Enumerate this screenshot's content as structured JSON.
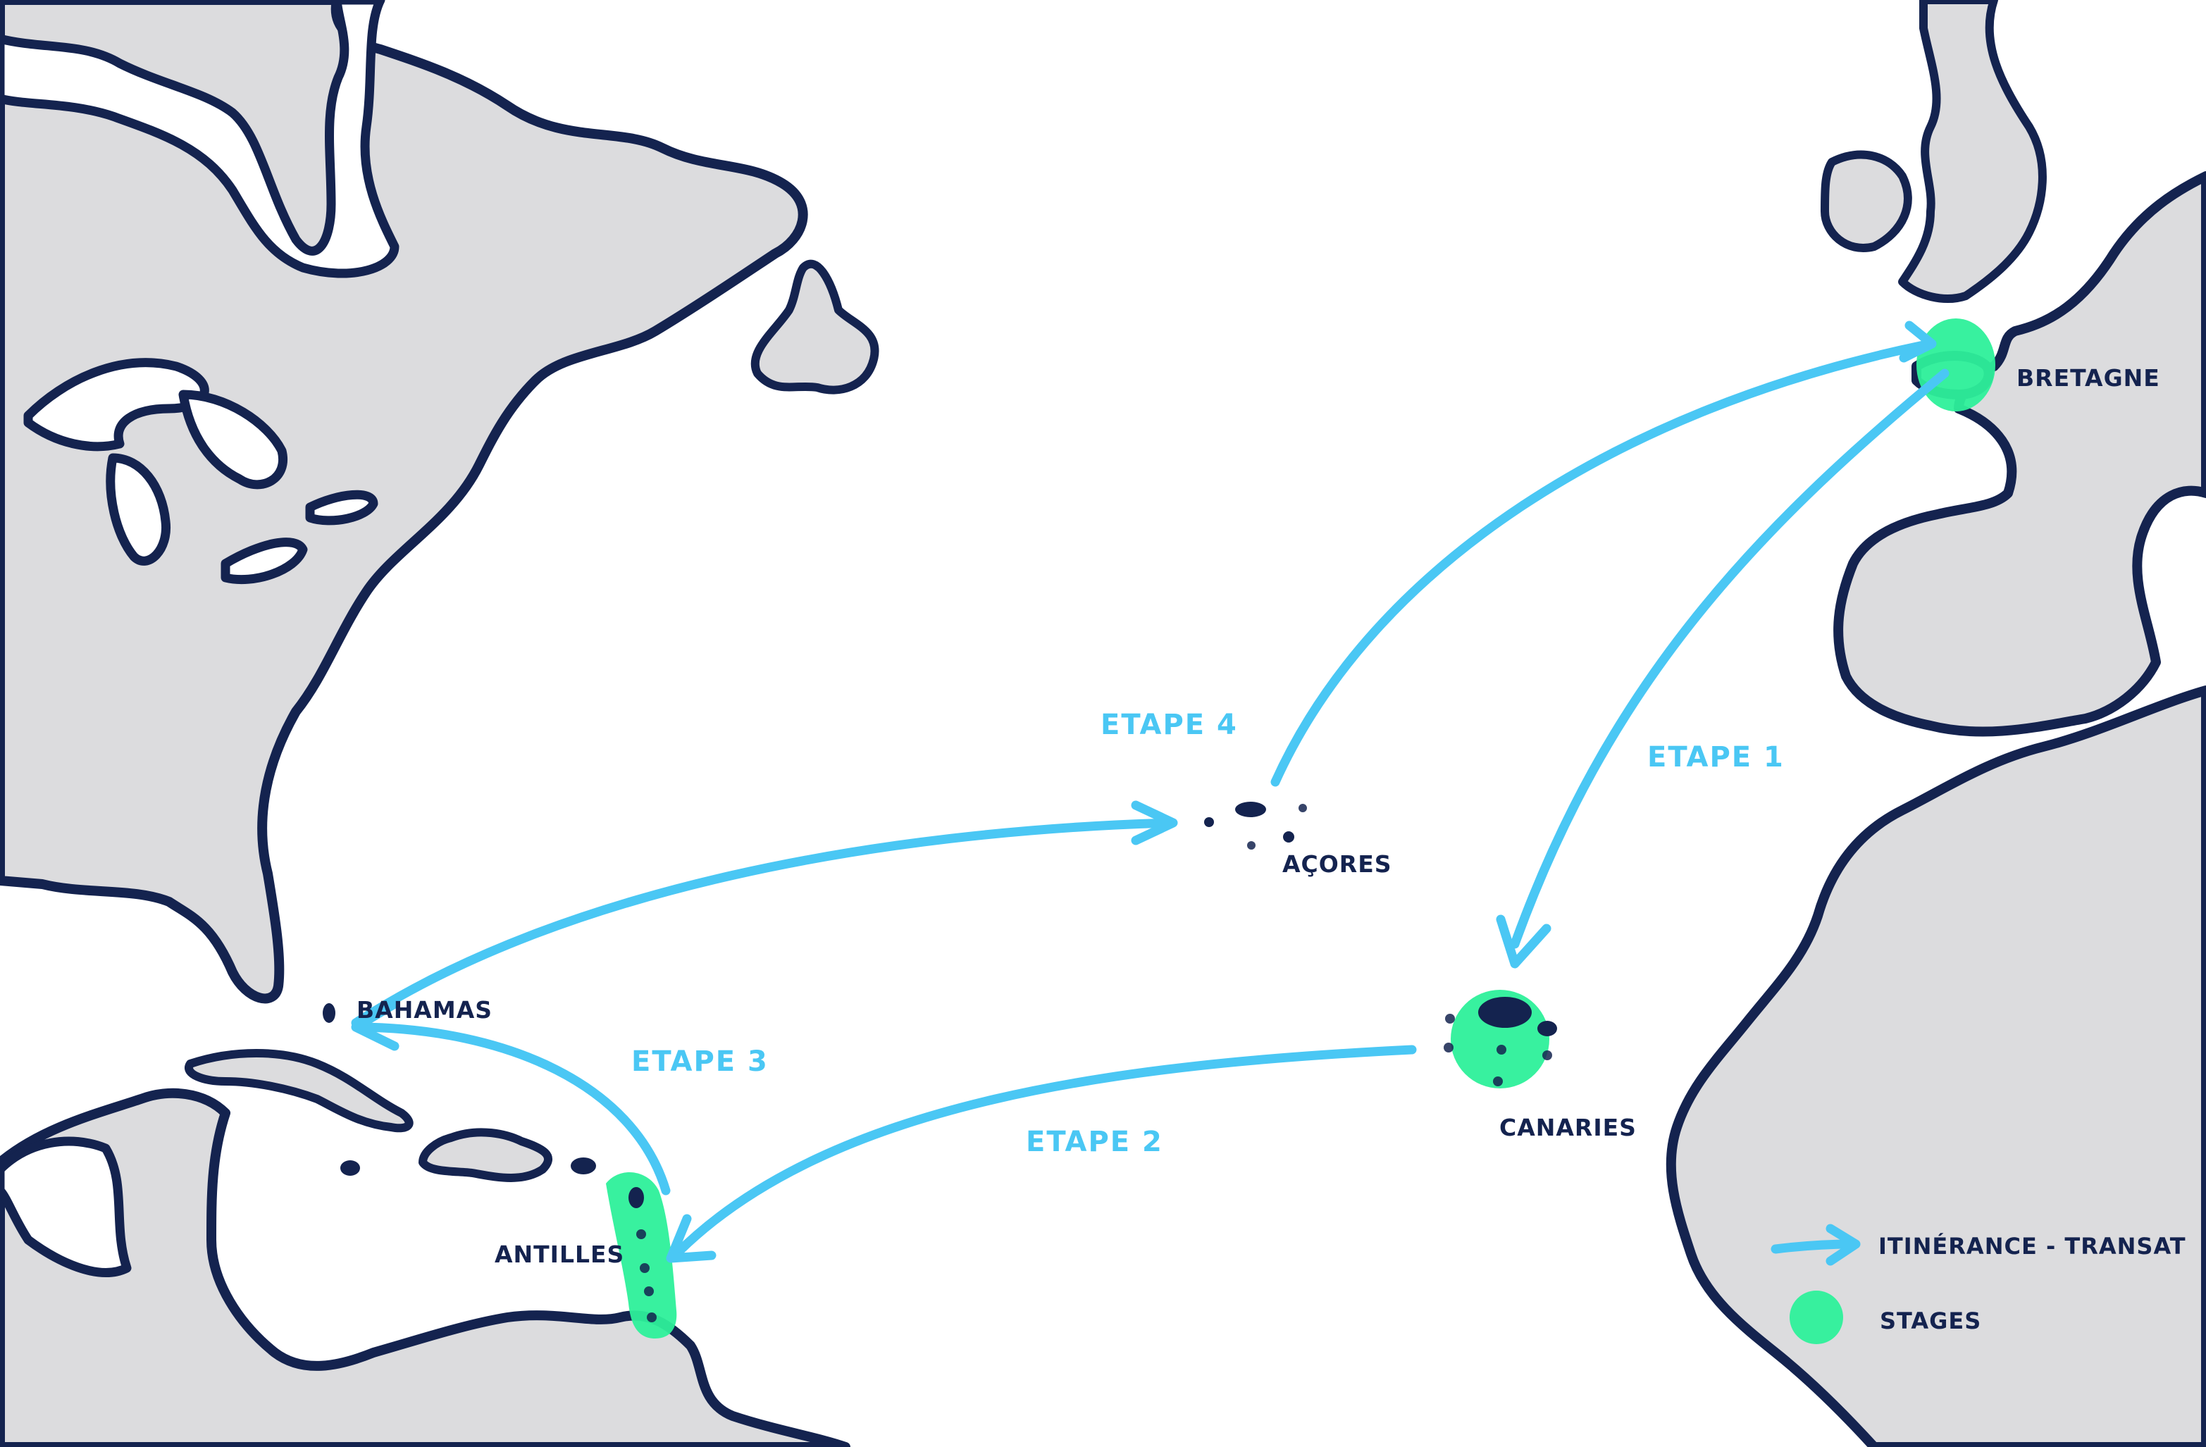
{
  "colors": {
    "land": "#dcdcde",
    "coastline": "#14234f",
    "route": "#4ac7f4",
    "stage": "#2df09a",
    "label": "#14234f"
  },
  "places": {
    "bretagne": "BRETAGNE",
    "acores": "AÇORES",
    "canaries": "CANARIES",
    "bahamas": "BAHAMAS",
    "antilles": "ANTILLES"
  },
  "steps": {
    "etape1": "ETAPE 1",
    "etape2": "ETAPE 2",
    "etape3": "ETAPE 3",
    "etape4": "ETAPE 4"
  },
  "legend": {
    "route_label": "ITINÉRANCE - TRANSAT",
    "route_icon": "arrow-icon",
    "stage_label": "STAGES",
    "stage_icon": "green-dot-icon"
  }
}
